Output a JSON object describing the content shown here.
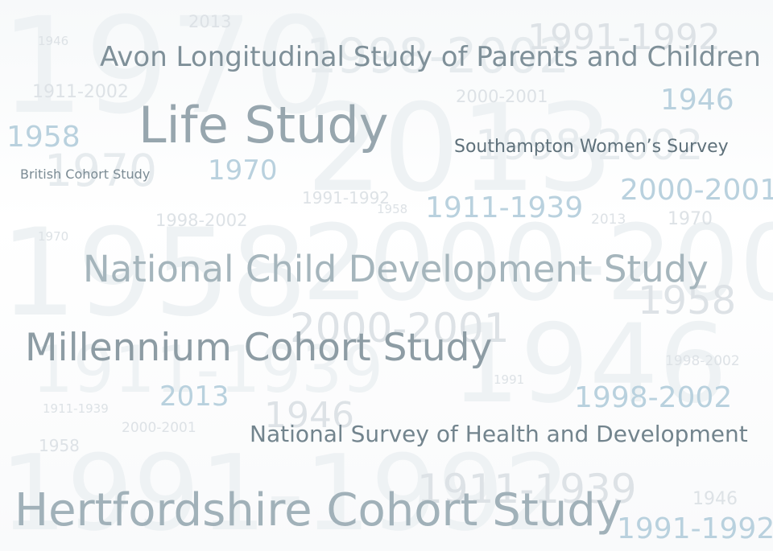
{
  "titles": {
    "avon": "Avon Longitudinal Study of Parents and Children",
    "life": "Life Study",
    "southampton": "Southampton Women’s Survey",
    "bcs": "British Cohort Study",
    "ncds": "National Child Development Study",
    "mcs": "Millennium Cohort Study",
    "nshd": "National Survey of Health and Development",
    "hertfordshire": "Hertfordshire Cohort Study"
  },
  "years": {
    "y1970": "1970",
    "y1946": "1946",
    "y1958": "1958",
    "y2013": "2013",
    "y1991": "1991",
    "y1911_2002": "1911-2002",
    "y1911_1939": "1911-1939",
    "y1991_1992": "1991-1992",
    "y1998_2002": "1998-2002",
    "y2000_2001": "2000-2001"
  },
  "colors": {
    "title": "#97a6ae",
    "title_dark": "#5f717b",
    "year_blue": "#b9d1de",
    "year_grey": "#dde2e6",
    "background_numbers": "#eef2f4"
  }
}
